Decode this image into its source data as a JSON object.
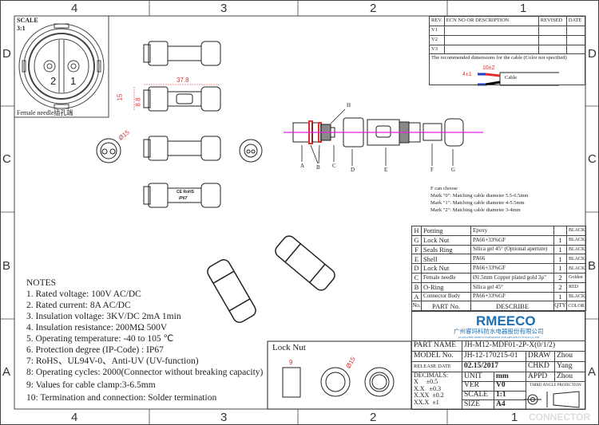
{
  "frame": {
    "columns": [
      "4",
      "3",
      "2",
      "1"
    ],
    "rows": [
      "D",
      "C",
      "B",
      "A"
    ]
  },
  "female_view": {
    "scale_label": "SCALE",
    "scale_value": "3:1",
    "pin_labels": [
      "2",
      "1"
    ],
    "caption": "Female needle插孔端"
  },
  "dimensions": {
    "length": "37.8",
    "diameter_small": "15",
    "diameter_large": "8.8",
    "face_diameter": "Ø15",
    "marking": [
      "CE RoHS",
      "IP67"
    ]
  },
  "exploded": {
    "labels": [
      "A",
      "B",
      "C",
      "D",
      "E",
      "F",
      "G",
      "H"
    ],
    "note_title": "F can choose",
    "note_lines": [
      "Mark \"0\": Matching cable diameter 5.5-6.5mm",
      "Mark \"1\": Matching cable diameter 4-5.5mm",
      "Mark \"2\": Matching cable diameter 3-4mm"
    ]
  },
  "revision_table": {
    "headers": [
      "REV.",
      "ECN NO OR DESCRIPTION",
      "REVISED",
      "DATE"
    ],
    "rows": [
      "V1",
      "V2",
      "V3"
    ],
    "cable_note": "The recommended dimensions for the cable (Color not specified)",
    "cable_dim1": "4±1",
    "cable_dim2": "10±2",
    "cable_label": "Cable"
  },
  "parts_table": {
    "rows": [
      {
        "no": "H",
        "part": "Potting",
        "desc": "Epoxy",
        "qty": "",
        "color": "BLACK"
      },
      {
        "no": "G",
        "part": "Lock Nut",
        "desc": "PA66+33%GF",
        "qty": "1",
        "color": "BLACK"
      },
      {
        "no": "F",
        "part": "Seals Ring",
        "desc": "Silica gel 45° (Optional aperture)",
        "qty": "1",
        "color": "BLACK"
      },
      {
        "no": "E",
        "part": "Shell",
        "desc": "PA66",
        "qty": "1",
        "color": "BLACK"
      },
      {
        "no": "D",
        "part": "Lock Nut",
        "desc": "PA66+33%GF",
        "qty": "1",
        "color": "BLACK"
      },
      {
        "no": "C",
        "part": "Female needle",
        "desc": "Ø1.5mm Copper plated gold 3μ\"",
        "qty": "2",
        "color": "Golden"
      },
      {
        "no": "B",
        "part": "O-Ring",
        "desc": "Silica gel 45°",
        "qty": "2",
        "color": "RED"
      },
      {
        "no": "A",
        "part": "Connector Body",
        "desc": "PA66+33%GF",
        "qty": "1",
        "color": "BLACK"
      }
    ],
    "header": {
      "no": "No.",
      "part": "PART No.",
      "desc": "DESCRIBE",
      "qty": "QTY",
      "color": "COLOR"
    }
  },
  "title_block": {
    "logo": "RMEECO",
    "company": "广州睿玛科防水电器股份有限公司",
    "company_en": "GUANGZHOU RMEECO WATERPROOF AND APPLIANCES STOCK CO.,LTD",
    "part_name_label": "PART NAME",
    "part_name": "JH-M12-MDF01-2P-X(0/1/2)",
    "model_label": "MODEL No.",
    "model": "JH-12-170215-01",
    "draw_label": "DRAW",
    "draw": "Zhou",
    "release_label": "RELEASE DATE",
    "release": "02.15/2017",
    "chkd_label": "CHKD",
    "chkd": "Yang",
    "decimals": [
      "DECIMALS:",
      "X     ±0.5",
      "X.X   ±0.3",
      "X.XX  ±0.2",
      "XX.X  ±1"
    ],
    "unit_label": "UNIT",
    "unit": "mm",
    "appd_label": "APPD",
    "appd": "Zhou",
    "ver_label": "VER",
    "ver": "V0",
    "projection": "THIRD ANGLE PROJECTION",
    "scale_label": "SCALE",
    "scale": "1:1",
    "size_label": "SIZE",
    "size": "A4"
  },
  "notes": {
    "title": "NOTES",
    "items": [
      "1. Rated voltage: 100V AC/DC",
      "2. Rated current: 8A AC/DC",
      "3. Insulation voltage: 3KV/DC 2mA 1min",
      "4. Insulation resistance: 200MΩ 500V",
      "5. Operating temperature: -40 to 105 ℃",
      "6. Protection degree (IP-Code) : IP67",
      "7: RoHS、UL94V-0、Anti-UV (UV-function)",
      "8: Operating cycles: 2000(Connector without breaking capacity)",
      "9: Values for cable clamp:3-6.5mm",
      "10: Termination and connection: Solder termination"
    ]
  },
  "lock_nut": {
    "title": "Lock Nut",
    "width_dim": "9",
    "diameter_dim": "Ø15"
  },
  "watermark": "CONNECTOR"
}
